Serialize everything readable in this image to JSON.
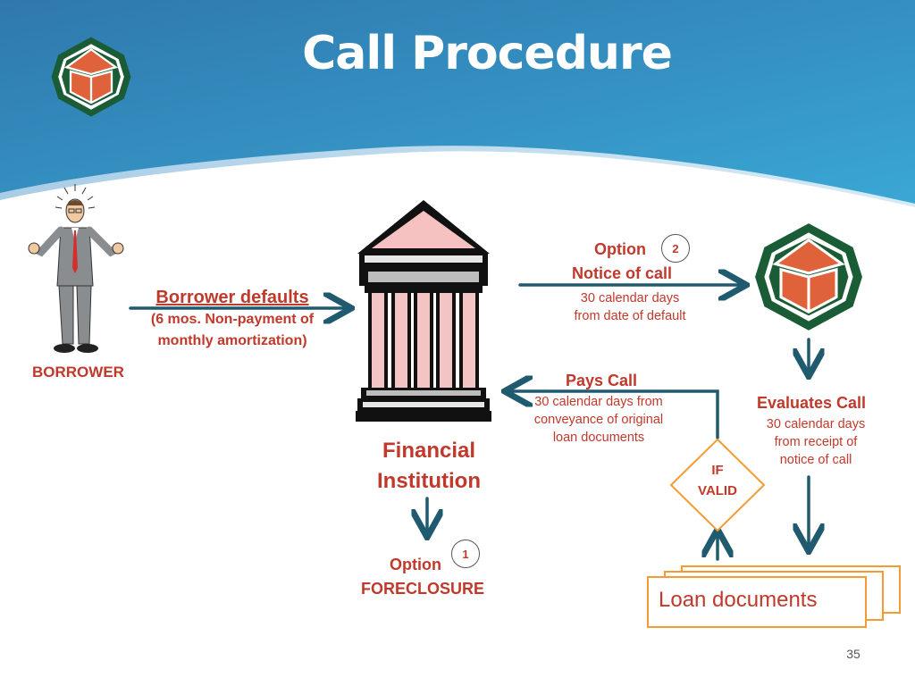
{
  "slide": {
    "title": "Call Procedure",
    "page_number": "35"
  },
  "borrower": {
    "label": "BORROWER"
  },
  "default_step": {
    "heading": "Borrower defaults",
    "detail_line1": "(6 mos. Non-payment of",
    "detail_line2": "monthly amortization)"
  },
  "financial_institution": {
    "line1": "Financial",
    "line2": "Institution"
  },
  "option1": {
    "label": "Option",
    "number": "1",
    "action": "FORECLOSURE"
  },
  "option2": {
    "label": "Option",
    "number": "2",
    "action": "Notice of call",
    "detail_line1": "30 calendar days",
    "detail_line2": "from date of default"
  },
  "pays_call": {
    "heading": "Pays Call",
    "detail_line1": "30 calendar days from",
    "detail_line2": "conveyance of original",
    "detail_line3": "loan documents"
  },
  "evaluates_call": {
    "heading": "Evaluates Call",
    "detail_line1": "30 calendar days",
    "detail_line2": "from receipt of",
    "detail_line3": "notice of call"
  },
  "decision": {
    "line1": "IF",
    "line2": "VALID"
  },
  "documents": {
    "label": "Loan documents"
  },
  "colors": {
    "header_blue": "#2a6fa3",
    "accent_red": "#c0392b",
    "arrow_teal": "#1f5a6e",
    "logo_green": "#1a5c36",
    "logo_orange": "#e0623a",
    "doc_orange": "#f39c33"
  }
}
